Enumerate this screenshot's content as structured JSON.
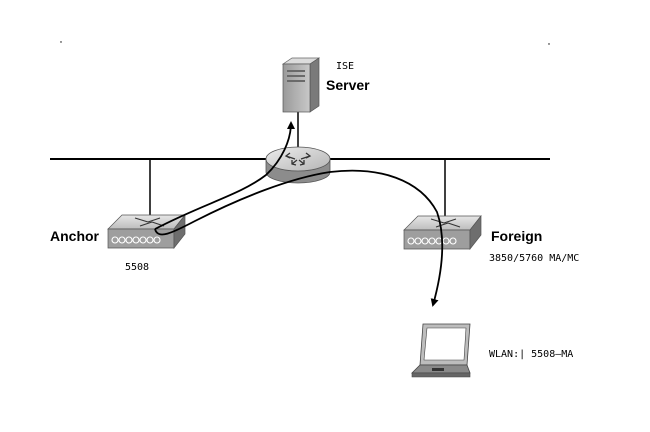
{
  "labels": {
    "ise": "ISE",
    "server": "Server",
    "anchor": "Anchor",
    "anchor_model": "5508",
    "foreign": "Foreign",
    "foreign_model": "3850/5760 MA/MC",
    "wlan": "WLAN:| 5508–MA"
  },
  "colors": {
    "line": "#000000",
    "device_light": "#dcdcdc",
    "device_mid": "#a9a9a9",
    "device_dark": "#6e6e6e"
  }
}
